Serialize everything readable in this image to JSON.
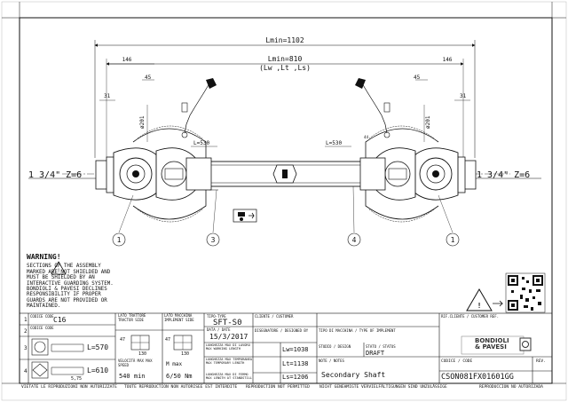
{
  "dimensions": {
    "lmin_total": "Lmin=1102",
    "lmin_inner": "Lmin=810",
    "lmin_inner_sub": "(Lw ,Lt ,Ls)",
    "left_offset": "146",
    "right_offset": "146",
    "left_45": "45",
    "right_45": "45",
    "left_31": "31",
    "right_31": "31",
    "left_dia": "ø201",
    "right_dia": "ø201",
    "left_L": "L=530",
    "right_L": "L=530",
    "small_44": "44",
    "shaft_left": "1 3/4\" Z=6",
    "shaft_right": "1 3/4\" Z=6"
  },
  "balloons": [
    "1",
    "3",
    "4",
    "1"
  ],
  "warning": {
    "title": "WARNING!",
    "text": "SECTIONS OF THE ASSEMBLY MARKED ARE NOT SHIELDED AND MUST BE SHIELDED BY AN INTERACTIVE GUARDING SYSTEM. BONDIOLI & PAVESI DECLINES RESPONSIBILITY IF PROPER GUARDS ARE NOT PROVIDED OR MAINTAINED."
  },
  "parts": [
    {
      "num": "1",
      "code_label": "CODICE CODE",
      "code": "C16",
      "extra": ""
    },
    {
      "num": "2",
      "code_label": "CODICE CODE",
      "code": "",
      "extra": ""
    },
    {
      "num": "3",
      "code_label": "",
      "code": "",
      "extra": "L=570"
    },
    {
      "num": "4",
      "code_label": "",
      "code": "",
      "extra": "L=610"
    }
  ],
  "part4_size": "5,75",
  "section_dims": {
    "a1": "47",
    "b1": "130",
    "a2": "47",
    "b2": "130"
  },
  "title_block": {
    "lato_trattore": "LATO TRATTORE TRACTOR SIDE",
    "lato_macchina": "LATO MACCHINA IMPLEMENT SIDE",
    "tipo_label": "TIPO-TYPE",
    "tipo": "SFT-S0",
    "cliente_label": "CLIENTE / CUSTOMER",
    "data_label": "DATA / DATE",
    "data": "15/3/2017",
    "disegnatore_label": "DISEGNATORE / DESIGNED BY",
    "tipo_applicazione_label": "TIPO DI MACCHINA / TYPE OF IMPLEMENT",
    "velocita_label": "VELOCITÀ MAX MAX SPEED",
    "velocita": "540 min",
    "momento_label": "M max",
    "momento": "6/50 Nm",
    "lw_label": "LUNGHEZZA MAX DI LAVORO MAX WORKING LENGTH",
    "lw": "Lw=1038",
    "lt_label": "LUNGHEZZA MAX TEMPORANEA MAX TEMPORARY LENGTH",
    "lt": "Lt=1138",
    "ls_label": "LUNGHEZZA MAX DI FERMO MAX LENGTH AT STANDSTILL",
    "ls": "Ls=1206",
    "studio_label": "STUDIO / DESIGN",
    "stato_label": "STATO / STATUS",
    "stato": "DRAFT",
    "note_label": "NOTE / NOTES",
    "note": "Secondary Shaft",
    "rif_cliente_label": "RIF.CLIENTE / CUSTOMER REF.",
    "codice_label": "CODICE / CODE",
    "rev_label": "REV.",
    "codice": "CSON081FX01601GG",
    "brand_line1": "BONDIOLI",
    "brand_line2": "& PAVESI"
  },
  "footer": [
    "VIETATE LE RIPRODUZIONI NON AUTORIZZATE",
    "TOUTE REPRODUCTION NON AUTORISEE EST INTERDITE",
    "REPRODUCTION NOT PERMITTED",
    "NICHT GENEHMIGTE VERVIELFÄLTIGUNGEN SIND UNZULÄSSIGE",
    "REPRODUCCION NO AUTORIZADA"
  ]
}
